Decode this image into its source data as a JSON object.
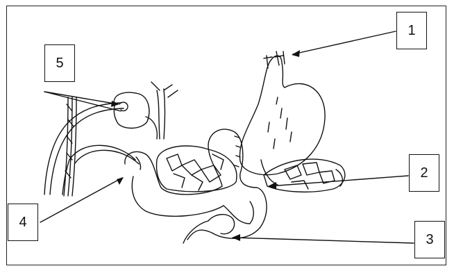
{
  "labels": {
    "one": "1",
    "two": "2",
    "three": "3",
    "four": "4",
    "five": "5"
  },
  "colors": {
    "ink": "#111111",
    "background": "#ffffff"
  }
}
